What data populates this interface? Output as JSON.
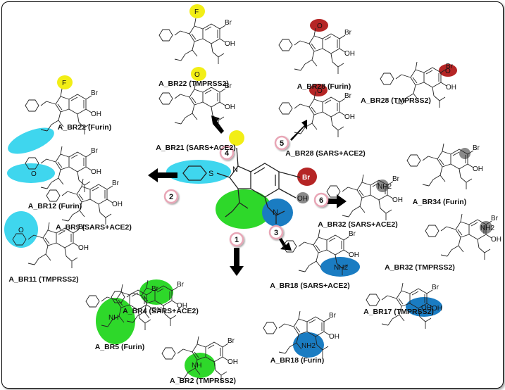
{
  "center": {
    "atoms": {
      "br": "Br",
      "oh": "OH"
    },
    "steps": [
      {
        "id": "1",
        "label": "1"
      },
      {
        "id": "2",
        "label": "2"
      },
      {
        "id": "3",
        "label": "3"
      },
      {
        "id": "4",
        "label": "4"
      },
      {
        "id": "5",
        "label": "5"
      },
      {
        "id": "6",
        "label": "6"
      }
    ]
  },
  "compounds": [
    {
      "id": "br22-tmprss2",
      "label": "A_BR22 (TMPRSS2)",
      "sub": "F"
    },
    {
      "id": "br22-furin",
      "label": "A_BR22 (Furin)",
      "sub": "F"
    },
    {
      "id": "br21",
      "label": "A_BR21 (SARS+ACE2)",
      "sub": "O"
    },
    {
      "id": "br28-furin",
      "label": "A_BR28 (Furin)",
      "sub": "O"
    },
    {
      "id": "br28-tmprss2",
      "label": "A_BR28 (TMPRSS2)",
      "sub": "O"
    },
    {
      "id": "br28-sars",
      "label": "A_BR28 (SARS+ACE2)",
      "sub": "O"
    },
    {
      "id": "br12",
      "label": "A_BR12 (Furin)",
      "sub": ""
    },
    {
      "id": "br9",
      "label": "A_BR9 (SARS+ACE2)",
      "sub": "O"
    },
    {
      "id": "br11",
      "label": "A_BR11 (TMPRSS2)",
      "sub": "O"
    },
    {
      "id": "br34",
      "label": "A_BR34 (Furin)",
      "sub": ""
    },
    {
      "id": "br32-sars",
      "label": "A_BR32 (SARS+ACE2)",
      "sub": "NH2"
    },
    {
      "id": "br32-tmprss2",
      "label": "A_BR32 (TMPRSS2)",
      "sub": "NH2"
    },
    {
      "id": "br4",
      "label": "A_BR4 (SARS+ACE2)",
      "sub": ""
    },
    {
      "id": "br18-sars",
      "label": "A_BR18 (SARS+ACE2)",
      "sub": "NH2"
    },
    {
      "id": "br17",
      "label": "A_BR17 (TMPRSS2)",
      "sub": "OH"
    },
    {
      "id": "br5",
      "label": "A_BR5 (Furin)",
      "sub": "NH"
    },
    {
      "id": "br18-furin",
      "label": "A_BR18 (Furin)",
      "sub": "NH2"
    },
    {
      "id": "br2",
      "label": "A_BR2 (TMPRSS2)",
      "sub": "NH"
    }
  ],
  "atoms": {
    "br": "Br",
    "oh": "OH",
    "o": "O"
  },
  "colors": {
    "yellow": "#f2ee16",
    "cyan": "#3fd6ee",
    "green": "#2ed82a",
    "blue": "#1a7cc2",
    "red": "#b52525",
    "gray": "#8a8a8a",
    "step_ring": "#e8a6b6"
  }
}
